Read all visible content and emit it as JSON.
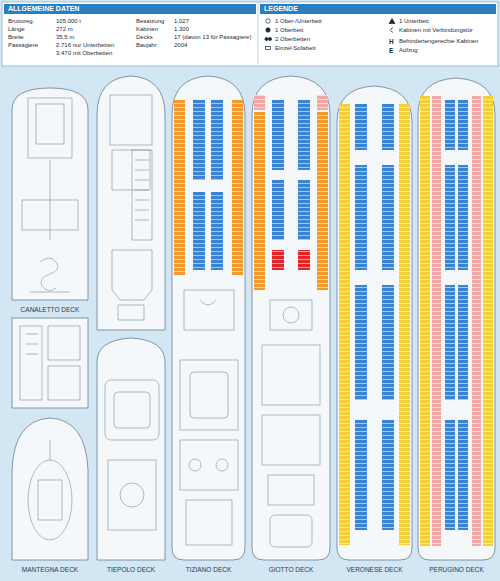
{
  "diagram": {
    "nodes": [
      {
        "text": [
          "CANALETTO DECK"
        ]
      },
      {
        "text": [
          "TIEPOLO DECK"
        ]
      },
      {
        "text": [
          "TIZIANO DECK"
        ]
      },
      {
        "text": [
          "GIOTTO DECK"
        ]
      },
      {
        "text": [
          "VERONESE DECK"
        ]
      },
      {
        "text": [
          "PERUGINO DECK"
        ]
      },
      {
        "text": [
          "MANTEGNA DECK"
        ]
      }
    ],
    "labels": [
      "ALLGEMEINE DATEN",
      "LEGENDE",
      "Bruttoreg.",
      "105.000 t",
      "Länge",
      "272 m",
      "Breite",
      "35,5 m",
      "Passagiere",
      "2.716 nur Unterbetten",
      "3.470 mit Oberbetten",
      "Besatzung",
      "1.027",
      "Kabinen",
      "1.300",
      "Decks",
      "17 (davon 13 für Passagiere)",
      "Baujahr",
      "2004",
      "H",
      "E"
    ],
    "legend": [
      {
        "text": "1 Ober-/Unterbett"
      },
      {
        "text": "1 Oberbett"
      },
      {
        "text": "2 Oberbetten"
      },
      {
        "text": "Einzel-Sofabett"
      },
      {
        "text": "1 Unterbett"
      },
      {
        "text": "Kabinen mit Verbindungstür"
      },
      {
        "text": "Behindertengerechte Kabinen"
      },
      {
        "text": "Aufzug"
      }
    ]
  }
}
